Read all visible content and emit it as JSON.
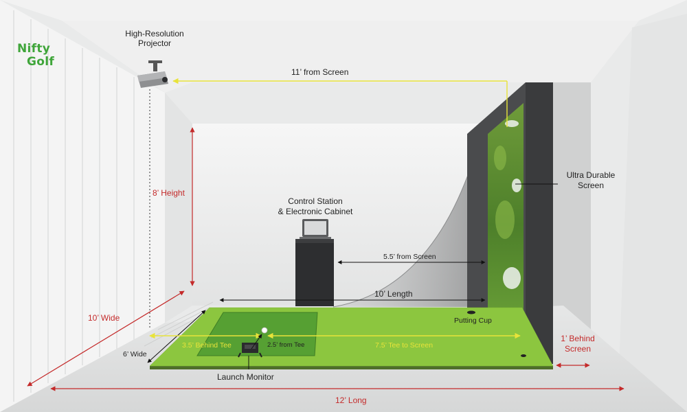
{
  "logo": {
    "line1": "Nifty",
    "line2": "Golf"
  },
  "labels": {
    "projector": [
      "High-Resolution",
      "Projector"
    ],
    "from_screen_11": "11’ from Screen",
    "height_8": "8’ Height",
    "control_station": [
      "Control Station",
      "& Electronic Cabinet"
    ],
    "from_screen_55": "5.5’ from Screen",
    "length_10": "10’ Length",
    "ultra_screen": [
      "Ultra Durable",
      "Screen"
    ],
    "wide_10": "10’ Wide",
    "wide_6": "6’ Wide",
    "putting_cup": "Putting Cup",
    "behind_tee_35": "3.5’ Behind Tee",
    "from_tee_25": "2.5’ from Tee",
    "tee_to_screen_75": "7.5’ Tee to Screen",
    "behind_screen_1": [
      "1’ Behind",
      "Screen"
    ],
    "launch_monitor": "Launch Monitor",
    "long_12": "12’ Long"
  },
  "colors": {
    "dimension_red": "#c42a2a",
    "dimension_yellow": "#e8e33a",
    "turf": "#8cc63f",
    "tee_mat": "#56a033",
    "brand_green": "#3fa53a"
  }
}
